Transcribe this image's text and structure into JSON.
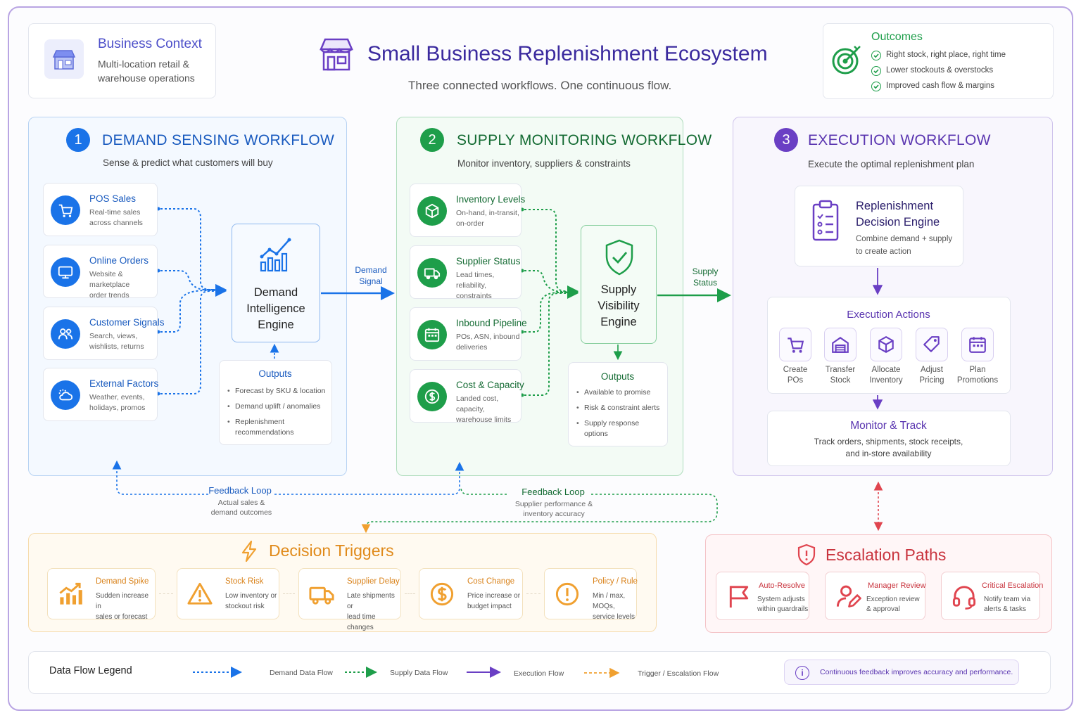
{
  "header": {
    "title": "Small Business Replenishment Ecosystem",
    "subtitle": "Three connected workflows. One continuous flow."
  },
  "business_context": {
    "title": "Business Context",
    "description": "Multi-location retail &\nwarehouse operations"
  },
  "outcomes": {
    "title": "Outcomes",
    "items": [
      "Right stock, right place, right time",
      "Lower stockouts & overstocks",
      "Improved cash flow & margins"
    ]
  },
  "demand": {
    "number": "1",
    "title": "DEMAND SENSING WORKFLOW",
    "subtitle": "Sense & predict what customers will buy",
    "inputs": [
      {
        "title": "POS Sales",
        "desc": "Real-time sales\nacross channels",
        "icon": "cart-icon"
      },
      {
        "title": "Online Orders",
        "desc": "Website & marketplace\norder trends",
        "icon": "monitor-icon"
      },
      {
        "title": "Customer Signals",
        "desc": "Search, views,\nwishlists, returns",
        "icon": "users-icon"
      },
      {
        "title": "External Factors",
        "desc": "Weather, events,\nholidays, promos",
        "icon": "weather-icon"
      }
    ],
    "engine": "Demand\nIntelligence\nEngine",
    "outputs_title": "Outputs",
    "outputs": [
      "Forecast by SKU & location",
      "Demand uplift / anomalies",
      "Replenishment\nrecommendations"
    ]
  },
  "demand_signal_label": "Demand\nSignal",
  "supply": {
    "number": "2",
    "title": "SUPPLY MONITORING WORKFLOW",
    "subtitle": "Monitor inventory, suppliers & constraints",
    "inputs": [
      {
        "title": "Inventory Levels",
        "desc": "On-hand, in-transit,\non-order",
        "icon": "box-icon"
      },
      {
        "title": "Supplier Status",
        "desc": "Lead times, reliability,\nconstraints",
        "icon": "truck-icon"
      },
      {
        "title": "Inbound Pipeline",
        "desc": "POs, ASN, inbound\ndeliveries",
        "icon": "calendar-icon"
      },
      {
        "title": "Cost & Capacity",
        "desc": "Landed cost, capacity,\nwarehouse limits",
        "icon": "dollar-icon"
      }
    ],
    "engine": "Supply\nVisibility\nEngine",
    "outputs_title": "Outputs",
    "outputs": [
      "Available to promise",
      "Risk & constraint alerts",
      "Supply response\noptions"
    ]
  },
  "supply_status_label": "Supply\nStatus",
  "execution": {
    "number": "3",
    "title": "EXECUTION WORKFLOW",
    "subtitle": "Execute the optimal replenishment plan",
    "engine_title": "Replenishment\nDecision Engine",
    "engine_desc": "Combine demand + supply\nto create action",
    "actions_title": "Execution Actions",
    "actions": [
      {
        "label": "Create\nPOs",
        "icon": "cart-icon"
      },
      {
        "label": "Transfer\nStock",
        "icon": "warehouse-icon"
      },
      {
        "label": "Allocate\nInventory",
        "icon": "box-icon"
      },
      {
        "label": "Adjust\nPricing",
        "icon": "tag-icon"
      },
      {
        "label": "Plan\nPromotions",
        "icon": "calendar-icon"
      }
    ],
    "monitor_title": "Monitor & Track",
    "monitor_desc": "Track orders, shipments, stock receipts,\nand in-store availability"
  },
  "feedback_demand": {
    "title": "Feedback Loop",
    "desc": "Actual sales &\ndemand outcomes"
  },
  "feedback_supply": {
    "title": "Feedback Loop",
    "desc": "Supplier performance &\ninventory accuracy"
  },
  "triggers": {
    "title": "Decision Triggers",
    "items": [
      {
        "title": "Demand Spike",
        "desc": "Sudden increase in\nsales or forecast",
        "icon": "chart-up-icon"
      },
      {
        "title": "Stock Risk",
        "desc": "Low inventory or\nstockout risk",
        "icon": "warning-icon"
      },
      {
        "title": "Supplier Delay",
        "desc": "Late shipments or\nlead time changes",
        "icon": "truck-icon"
      },
      {
        "title": "Cost Change",
        "desc": "Price increase or\nbudget impact",
        "icon": "dollar-icon"
      },
      {
        "title": "Policy / Rule",
        "desc": "Min / max, MOQs,\nservice levels",
        "icon": "alert-icon"
      }
    ]
  },
  "escalation": {
    "title": "Escalation Paths",
    "items": [
      {
        "title": "Auto-Resolve",
        "desc": "System adjusts\nwithin guardrails",
        "icon": "flag-icon"
      },
      {
        "title": "Manager Review",
        "desc": "Exception review\n& approval",
        "icon": "user-edit-icon"
      },
      {
        "title": "Critical Escalation",
        "desc": "Notify team via\nalerts & tasks",
        "icon": "headset-icon"
      }
    ]
  },
  "legend": {
    "title": "Data Flow Legend",
    "items": [
      "Demand Data Flow",
      "Supply Data Flow",
      "Execution Flow",
      "Trigger / Escalation Flow"
    ],
    "note": "Continuous feedback improves accuracy and performance."
  },
  "colors": {
    "demand": "#1a73e8",
    "supply": "#1e9e4a",
    "execution": "#6a3fc4",
    "trigger": "#f0a030",
    "escalation": "#e0454f"
  }
}
